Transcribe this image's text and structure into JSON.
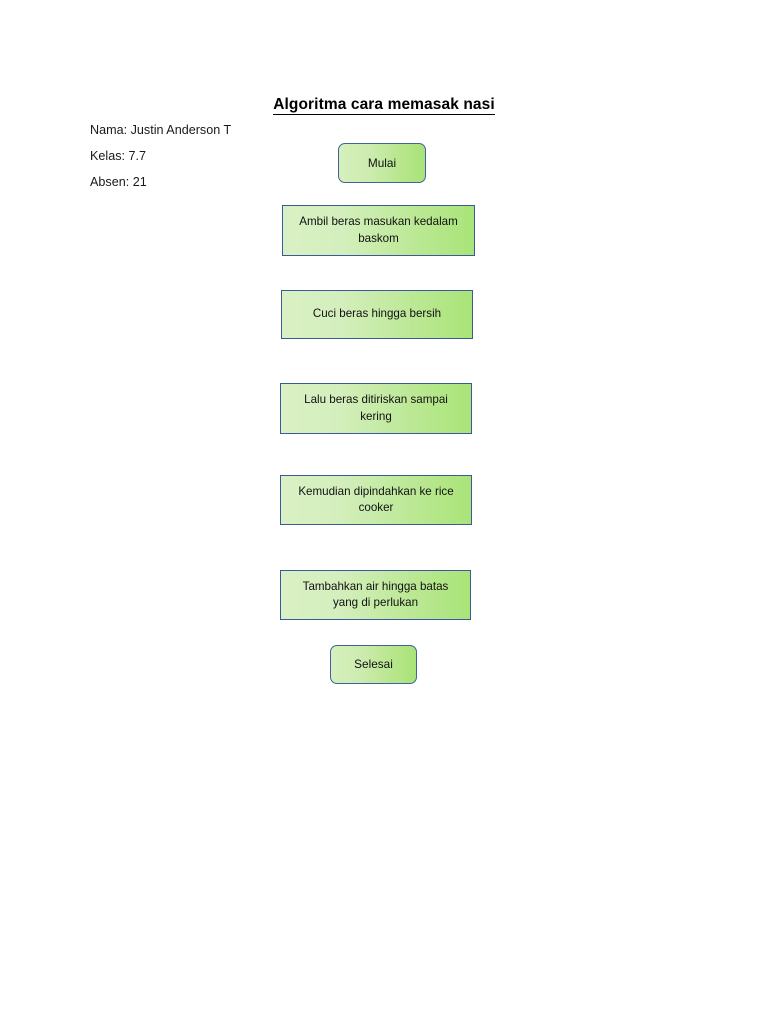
{
  "document": {
    "title": "Algoritma cara memasak nasi",
    "meta": {
      "name_line": "Nama: Justin Anderson T",
      "class_line": "Kelas: 7.7",
      "number_line": "Absen: 21"
    }
  },
  "theme": {
    "node_border_color": "#3a5a9b",
    "node_fill_start": "#d9f0c4",
    "node_fill_end": "#a9e478",
    "text_color": "#111111",
    "page_background": "#ffffff"
  },
  "flowchart": {
    "type": "flowchart",
    "orientation": "vertical",
    "connectors": "none",
    "nodes": [
      {
        "id": "start",
        "shape": "terminator",
        "label": "Mulai"
      },
      {
        "id": "step-1",
        "shape": "process",
        "label": "Ambil beras masukan kedalam baskom"
      },
      {
        "id": "step-2",
        "shape": "process",
        "label": "Cuci beras hingga bersih"
      },
      {
        "id": "step-3",
        "shape": "process",
        "label": "Lalu beras ditiriskan sampai kering"
      },
      {
        "id": "step-4",
        "shape": "process",
        "label": "Kemudian dipindahkan ke rice cooker"
      },
      {
        "id": "step-5",
        "shape": "process",
        "label": "Tambahkan air hingga batas yang di perlukan"
      },
      {
        "id": "end",
        "shape": "terminator",
        "label": "Selesai"
      }
    ]
  }
}
